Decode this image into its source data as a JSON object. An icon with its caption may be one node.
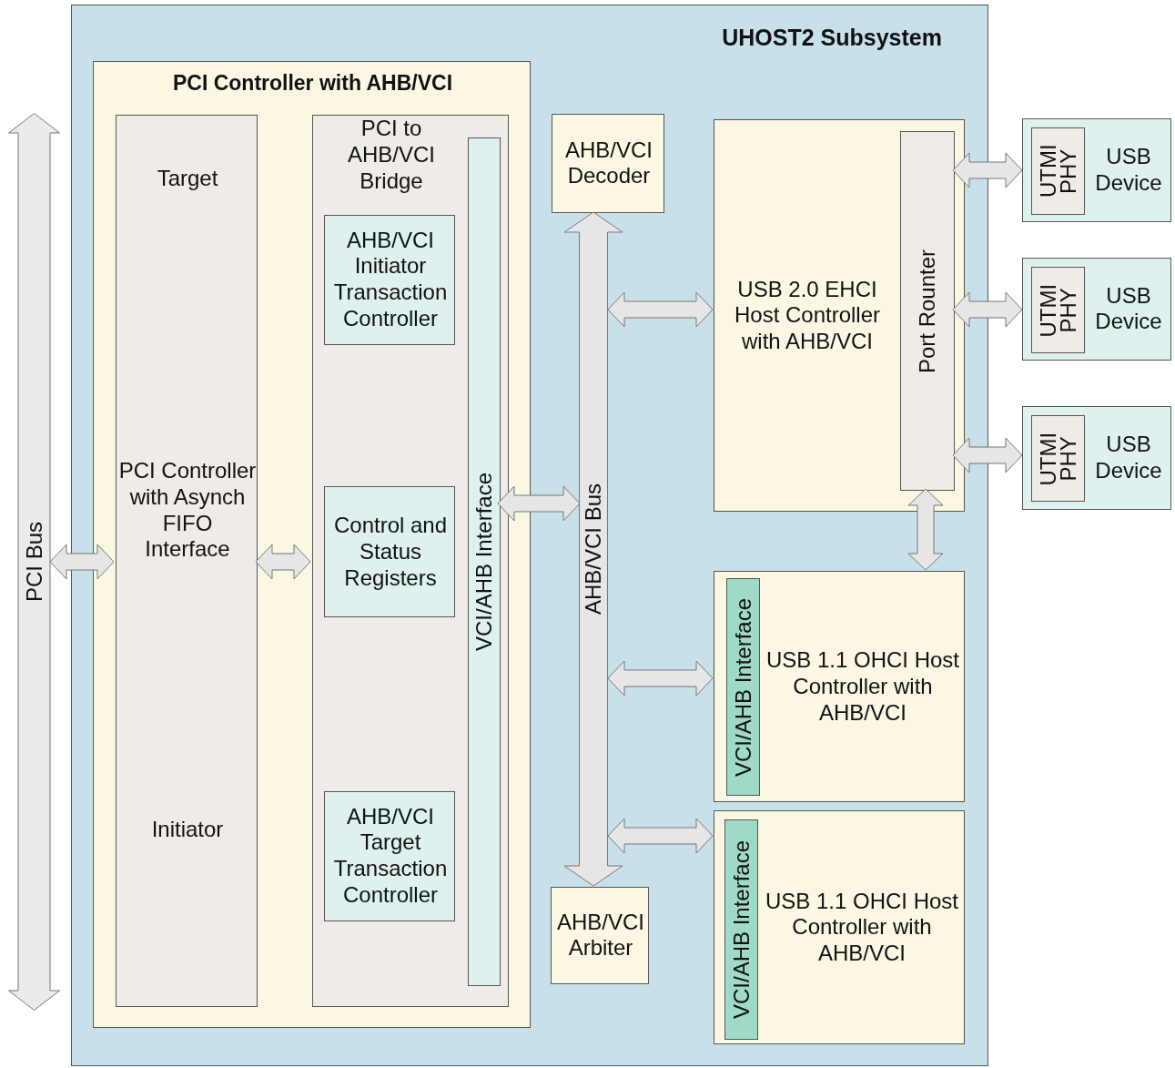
{
  "diagram": {
    "nodes": [
      {
        "text": [
          "UHOST2 Subsystem"
        ]
      },
      {
        "text": [
          "PCI Controller with AHB/VCI"
        ],
        "in": 0
      },
      {
        "text": [
          "Target",
          "PCI Controller with Asynch FIFO Interface",
          "Initiator"
        ],
        "in": 1
      },
      {
        "text": [
          "PCI to AHB/VCI Bridge"
        ],
        "in": 1
      },
      {
        "text": [
          "AHB/VCI Initiator Transaction Controller"
        ],
        "in": 3
      },
      {
        "text": [
          "Control and Status Registers"
        ],
        "in": 3
      },
      {
        "text": [
          "AHB/VCI Target Transaction Controller"
        ],
        "in": 3
      },
      {
        "text": [
          "VCI/AHB Interface"
        ],
        "in": 3
      },
      {
        "text": [
          "AHB/VCI Decoder"
        ],
        "in": 0
      },
      {
        "text": [
          "AHB/VCI Arbiter"
        ],
        "in": 0
      },
      {
        "text": [
          "USB 2.0 EHCI Host Controller with AHB/VCI"
        ],
        "in": 0
      },
      {
        "text": [
          "Port Rounter"
        ],
        "in": 10
      },
      {
        "text": [
          "USB 1.1 OHCI Host Controller with AHB/VCI"
        ],
        "in": 0
      },
      {
        "text": [
          "VCI/AHB Interface"
        ],
        "in": 12
      },
      {
        "text": [
          "USB 1.1 OHCI Host Controller with AHB/VCI"
        ],
        "in": 0
      },
      {
        "text": [
          "VCI/AHB Interface"
        ],
        "in": 14
      },
      {
        "text": [
          "PCI Bus"
        ]
      },
      {
        "text": [
          "USB Device"
        ]
      },
      {
        "text": [
          "UTMI PHY"
        ],
        "in": 17
      },
      {
        "text": [
          "USB Device"
        ]
      },
      {
        "text": [
          "UTMI PHY"
        ],
        "in": 19
      },
      {
        "text": [
          "USB Device"
        ]
      },
      {
        "text": [
          "UTMI PHY"
        ],
        "in": 21
      }
    ],
    "edges": [
      {
        "from": 16,
        "to": 2,
        "arrow": "both"
      },
      {
        "from": 2,
        "to": 3,
        "arrow": "both"
      },
      {
        "from": 7,
        "to": null,
        "arrow": "both"
      },
      {
        "from": null,
        "to": 10,
        "arrow": "both"
      },
      {
        "from": null,
        "to": 12,
        "arrow": "both"
      },
      {
        "from": null,
        "to": 14,
        "arrow": "both"
      },
      {
        "from": 11,
        "to": 12,
        "arrow": "both"
      },
      {
        "from": 11,
        "to": 17,
        "arrow": "both"
      },
      {
        "from": 11,
        "to": 19,
        "arrow": "both"
      },
      {
        "from": 11,
        "to": 21,
        "arrow": "both"
      },
      {
        "from": 8,
        "to": 9,
        "arrow": "both",
        "label": "AHB/VCI Bus"
      }
    ]
  }
}
